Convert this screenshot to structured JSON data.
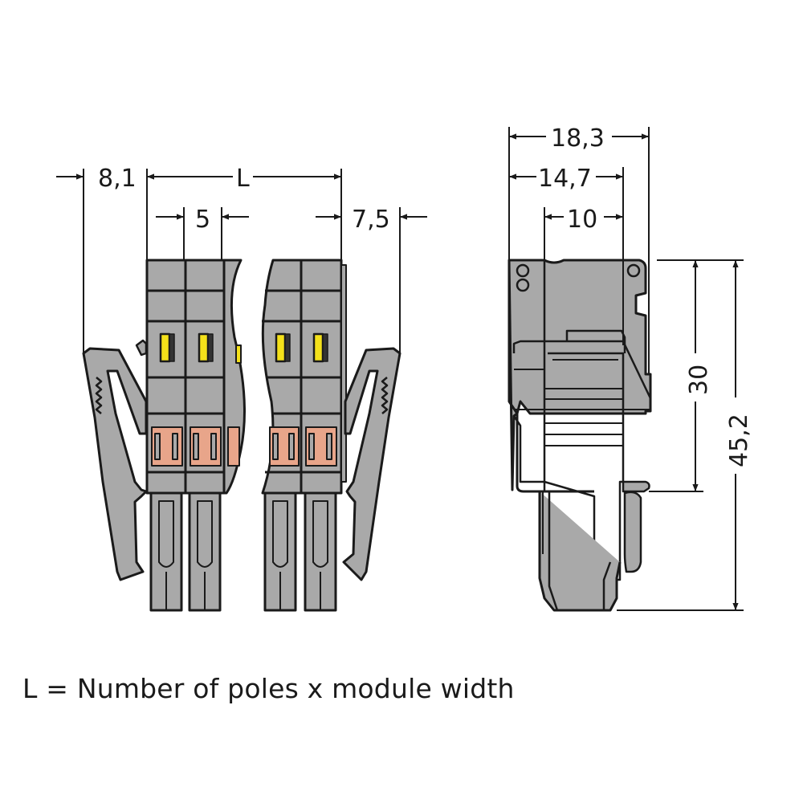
{
  "diagram": {
    "type": "technical-dimension-drawing",
    "subject": "Pluggable terminal block connector with locking levers",
    "colors": {
      "housing": "#a9a9a9",
      "outline": "#1a1a1a",
      "release_tab": "#f4e11a",
      "clamp": "#e8a58a",
      "background": "#ffffff"
    },
    "front_view": {
      "dimensions": {
        "left_offset": "8,1",
        "length": "L",
        "pitch": "5",
        "right_offset": "7,5"
      }
    },
    "side_view": {
      "dimensions": {
        "total_width": "18,3",
        "width_mid": "14,7",
        "width_inner": "10",
        "height_upper": "30",
        "total_height": "45,2"
      }
    },
    "caption": "L = Number of poles x module width"
  }
}
